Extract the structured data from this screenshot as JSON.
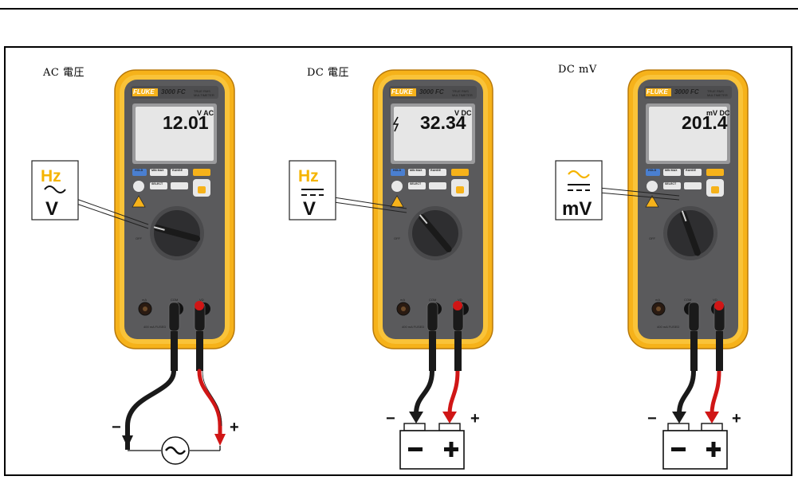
{
  "figure": {
    "panels": [
      {
        "label": "AC 電圧",
        "meter_brand": "FLUKE",
        "meter_model": "3000 FC",
        "meter_subtitle_1": "TRUE RMS",
        "meter_subtitle_2": "MULTIMETER",
        "display_unit": "V AC",
        "display_value": "12.01",
        "callout_top": "Hz",
        "callout_bottom": "V",
        "callout_symbol": "ac-wave",
        "source": "ac-source",
        "minus_label": "−",
        "plus_label": "+"
      },
      {
        "label": "DC 電圧",
        "meter_brand": "FLUKE",
        "meter_model": "3000 FC",
        "meter_subtitle_1": "TRUE RMS",
        "meter_subtitle_2": "MULTIMETER",
        "display_unit": "V DC",
        "display_value": "32.34",
        "callout_top": "Hz",
        "callout_bottom": "V",
        "callout_symbol": "dc-line",
        "source": "battery",
        "minus_label": "−",
        "plus_label": "+"
      },
      {
        "label": "DC mV",
        "meter_brand": "FLUKE",
        "meter_model": "3000 FC",
        "meter_subtitle_1": "TRUE RMS",
        "meter_subtitle_2": "MULTIMETER",
        "display_unit": "mV DC",
        "display_value": "201.4",
        "callout_top": "",
        "callout_bottom": "mV",
        "callout_symbol": "ac-over-dc",
        "source": "battery",
        "minus_label": "−",
        "plus_label": "+"
      }
    ],
    "buttons": [
      "HOLD",
      "MIN MAX",
      "RANGE",
      "SELECT"
    ],
    "jacks": [
      "mA",
      "COM",
      "VΩ"
    ],
    "fuse_text": "400 mA FUSED",
    "rating_text": "CAT III 600V",
    "off_label": "OFF",
    "colors": {
      "holster": "#f6b21a",
      "holster_dark": "#d48f0a",
      "body": "#5d5d5f",
      "screen": "#e6e6e6",
      "dial": "#3a3a3c",
      "callout_yellow": "#f5b400",
      "lead_red": "#d01616",
      "lead_black": "#1a1a1a"
    }
  }
}
